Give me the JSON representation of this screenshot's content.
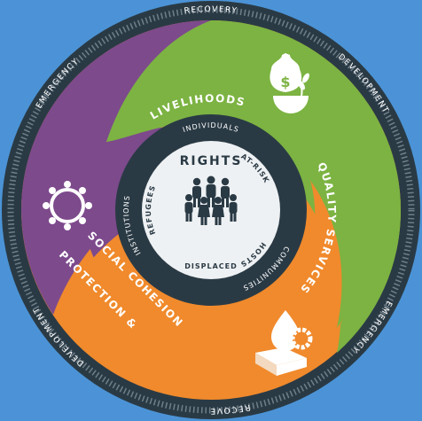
{
  "outer_ring": {
    "recovery_top": "RECOVERY",
    "development_right": "DEVELOPMENT",
    "emergency_right": "EMERGENCY",
    "recovery_bottom": "RECOVERY",
    "development_left": "DEVELOPMENT",
    "emergency_left": "EMERGENCY"
  },
  "sectors": {
    "livelihoods": "LIVELIHOODS",
    "quality_services": "QUALITY SERVICES",
    "protection": "PROTECTION &",
    "social_cohesion": "SOCIAL COHESION"
  },
  "inner_ring": {
    "individuals": "INDIVIDUALS",
    "communities": "COMMUNITIES",
    "institutions": "INSTITUTIONS"
  },
  "core": {
    "rights": "RIGHTS",
    "at_risk": "AT-RISK",
    "hosts": "HOSTS",
    "displaced": "DISPLACED",
    "refugees": "REFUGEES"
  },
  "colors": {
    "background": "#4b93d6",
    "ring": "#2a3a45",
    "green": "#7cb342",
    "orange": "#f08a2c",
    "purple": "#7d4a8c",
    "core": "#eef1f3"
  },
  "icons": [
    "money-bag-icon",
    "hands-circle-icon",
    "water-drop-gear-book-icon",
    "people-group-icon"
  ]
}
